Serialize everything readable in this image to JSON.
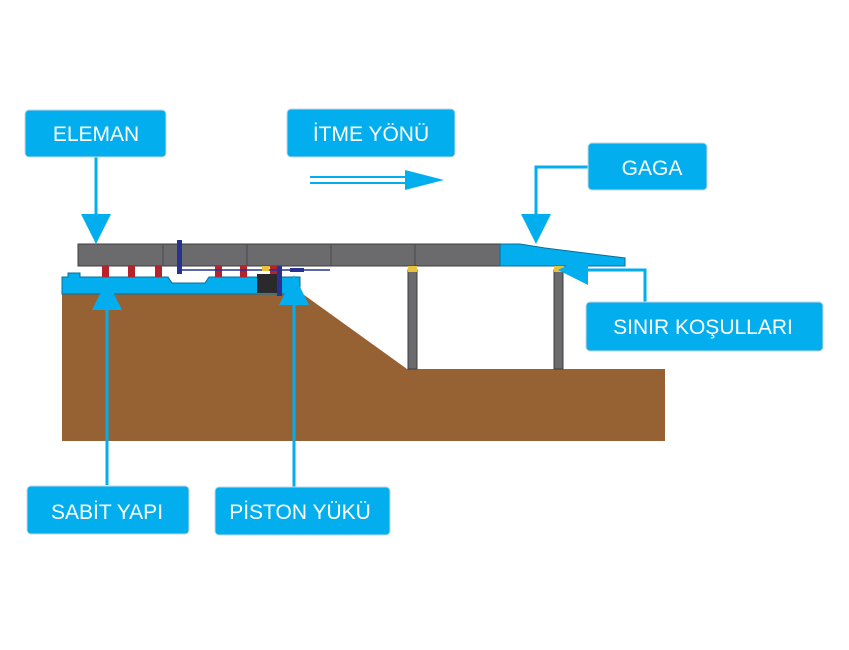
{
  "labels": {
    "eleman": "ELEMAN",
    "itme_yonu": "İTME YÖNÜ",
    "gaga": "GAGA",
    "sinir_kosullari": "SINIR KOŞULLARI",
    "sabit_yapi": "SABİT YAPI",
    "piston_yuku": "PİSTON YÜKÜ"
  },
  "colors": {
    "ground": "#976233",
    "deck": "#6b6b6d",
    "nose": "#03aeef",
    "label_box": "#03aeef",
    "bearing_red": "#b3242c",
    "bearing_blue": "#27338f",
    "bearing_yellow": "#e8c23a",
    "pier": "#6b6b6d"
  }
}
